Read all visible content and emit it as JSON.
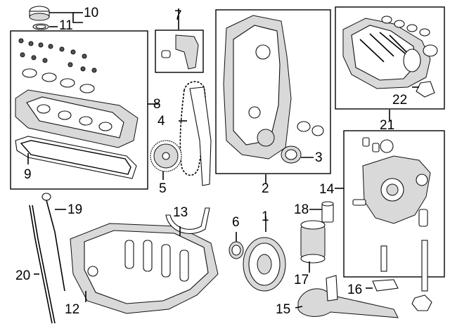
{
  "callouts": {
    "c1": "1",
    "c2": "2",
    "c3": "3",
    "c4": "4",
    "c5": "5",
    "c6": "6",
    "c7": "7",
    "c8": "8",
    "c9": "9",
    "c10": "10",
    "c11": "11",
    "c12": "12",
    "c13": "13",
    "c14": "14",
    "c15": "15",
    "c16": "16",
    "c17": "17",
    "c18": "18",
    "c19": "19",
    "c20": "20",
    "c21": "21",
    "c22": "22"
  },
  "colors": {
    "line": "#000000",
    "background": "#ffffff",
    "shade": "#d9d9d9"
  }
}
